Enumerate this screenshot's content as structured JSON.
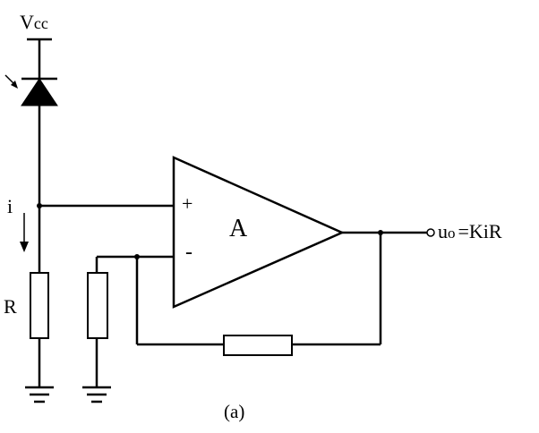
{
  "labels": {
    "vcc_main": "V",
    "vcc_sub": "cc",
    "current": "i",
    "resistor": "R",
    "plus": "+",
    "minus": "-",
    "amp": "A",
    "output": "u",
    "output_sub": "o",
    "output_eq": "=KiR",
    "caption": "(a)"
  },
  "colors": {
    "stroke": "#000000",
    "background": "#ffffff"
  }
}
